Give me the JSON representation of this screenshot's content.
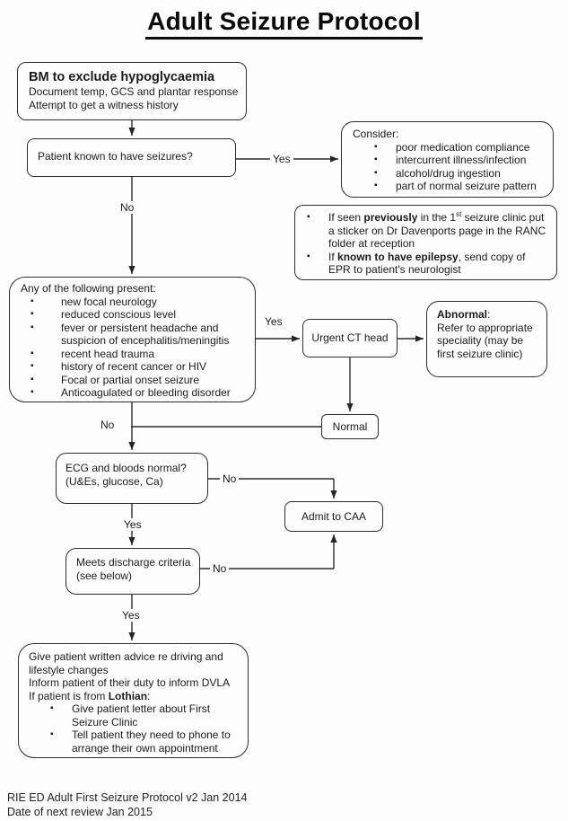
{
  "title": "Adult Seizure Protocol",
  "labels": {
    "yes": "Yes",
    "no": "No"
  },
  "boxes": {
    "bm": {
      "heading": "BM to exclude hypoglycaemia",
      "lines": [
        "Document temp, GCS and plantar response",
        "Attempt to get a witness history"
      ]
    },
    "known_seizures": {
      "text": "Patient known to have seizures?"
    },
    "consider": {
      "heading": "Consider:",
      "items": [
        "poor medication compliance",
        "intercurrent illness/infection",
        "alcohol/drug ingestion",
        "part of normal seizure pattern"
      ]
    },
    "first_seizure_info": {
      "items": [
        [
          {
            "t": "If seen "
          },
          {
            "t": "previously",
            "b": true
          },
          {
            "t": " in the 1"
          },
          {
            "t": "st",
            "sup": true
          },
          {
            "t": " seizure clinic put a sticker on Dr Davenports page in the RANC folder at reception"
          }
        ],
        [
          {
            "t": "If "
          },
          {
            "t": "known to have epilepsy",
            "b": true
          },
          {
            "t": ", send copy of EPR to patient's neurologist"
          }
        ]
      ]
    },
    "red_flags": {
      "heading": "Any of the following present:",
      "items": [
        "new focal neurology",
        "reduced conscious level",
        "fever or persistent headache and suspicion of encephalitis/meningitis",
        "recent head trauma",
        "history of recent cancer or HIV",
        "Focal or partial onset seizure",
        "Anticoagulated or bleeding disorder"
      ]
    },
    "urgent_ct": {
      "text": "Urgent CT head"
    },
    "abnormal": {
      "heading": [
        {
          "t": "Abnormal",
          "b": true
        },
        {
          "t": ":"
        }
      ],
      "text": "Refer to appropriate speciality (may be first seizure clinic)"
    },
    "normal": {
      "text": "Normal"
    },
    "ecg": {
      "lines": [
        "ECG and bloods normal?",
        "(U&Es, glucose, Ca)"
      ]
    },
    "admit": {
      "text": "Admit to CAA"
    },
    "discharge_criteria": {
      "lines": [
        "Meets discharge criteria",
        "(see below)"
      ]
    },
    "discharge_advice": {
      "lines": [
        [
          {
            "t": "Give patient written advice re driving and lifestyle changes"
          }
        ],
        [
          {
            "t": "Inform patient of their duty to inform DVLA"
          }
        ],
        [
          {
            "t": "If patient is from "
          },
          {
            "t": "Lothian",
            "b": true
          },
          {
            "t": ":"
          }
        ]
      ],
      "items": [
        "Give patient letter about First Seizure Clinic",
        "Tell patient they need to phone to arrange their own appointment"
      ]
    }
  },
  "footer": {
    "line1": "RIE ED Adult First Seizure Protocol v2 Jan 2014",
    "line2": "Date of next review Jan 2015"
  }
}
